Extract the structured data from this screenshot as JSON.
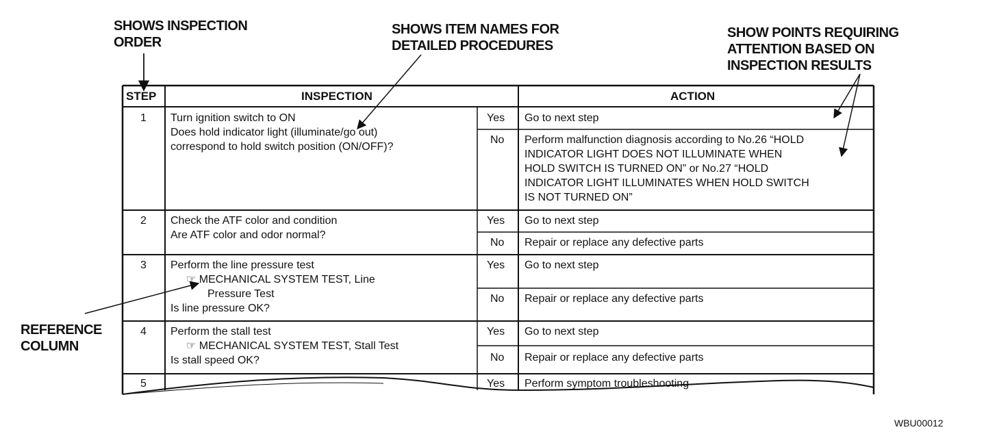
{
  "callouts": {
    "order": [
      "SHOWS INSPECTION",
      "ORDER"
    ],
    "items": [
      "SHOWS ITEM NAMES FOR",
      "DETAILED PROCEDURES"
    ],
    "points": [
      "SHOW POINTS REQUIRING",
      "ATTENTION BASED ON",
      "INSPECTION RESULTS"
    ],
    "reference": [
      "REFERENCE",
      "COLUMN"
    ]
  },
  "table": {
    "headers": {
      "step": "STEP",
      "inspection": "INSPECTION",
      "action": "ACTION"
    },
    "rows": [
      {
        "step": "1",
        "inspection": [
          "Turn ignition switch to ON",
          "Does hold indicator light (illuminate/go out)",
          "correspond to hold switch position (ON/OFF)?"
        ],
        "yes_label": "Yes",
        "yes_action": [
          "Go to next step"
        ],
        "no_label": "No",
        "no_action": [
          "Perform malfunction diagnosis according to No.26 “HOLD",
          "INDICATOR LIGHT DOES NOT ILLUMINATE WHEN",
          "HOLD SWITCH IS TURNED ON” or No.27 “HOLD",
          "INDICATOR LIGHT ILLUMINATES WHEN HOLD SWITCH",
          "IS NOT TURNED ON”"
        ]
      },
      {
        "step": "2",
        "inspection": [
          "Check the ATF color and condition",
          "Are ATF color and odor normal?"
        ],
        "yes_label": "Yes",
        "yes_action": [
          "Go to next step"
        ],
        "no_label": "No",
        "no_action": [
          "Repair or replace any defective parts"
        ]
      },
      {
        "step": "3",
        "inspection": [
          "Perform the line pressure test",
          "☞ MECHANICAL SYSTEM TEST, Line",
          "Pressure Test",
          "Is line pressure OK?"
        ],
        "yes_label": "Yes",
        "yes_action": [
          "Go to next step"
        ],
        "no_label": "No",
        "no_action": [
          "Repair or replace any defective parts"
        ]
      },
      {
        "step": "4",
        "inspection": [
          "Perform the stall test",
          "☞ MECHANICAL SYSTEM TEST, Stall Test",
          "Is stall speed OK?"
        ],
        "yes_label": "Yes",
        "yes_action": [
          "Go to next step"
        ],
        "no_label": "No",
        "no_action": [
          "Repair or replace any defective parts"
        ]
      },
      {
        "step": "5",
        "yes_label": "Yes",
        "yes_action": [
          "Perform symptom troubleshooting"
        ]
      }
    ]
  },
  "figure_id": "WBU00012"
}
